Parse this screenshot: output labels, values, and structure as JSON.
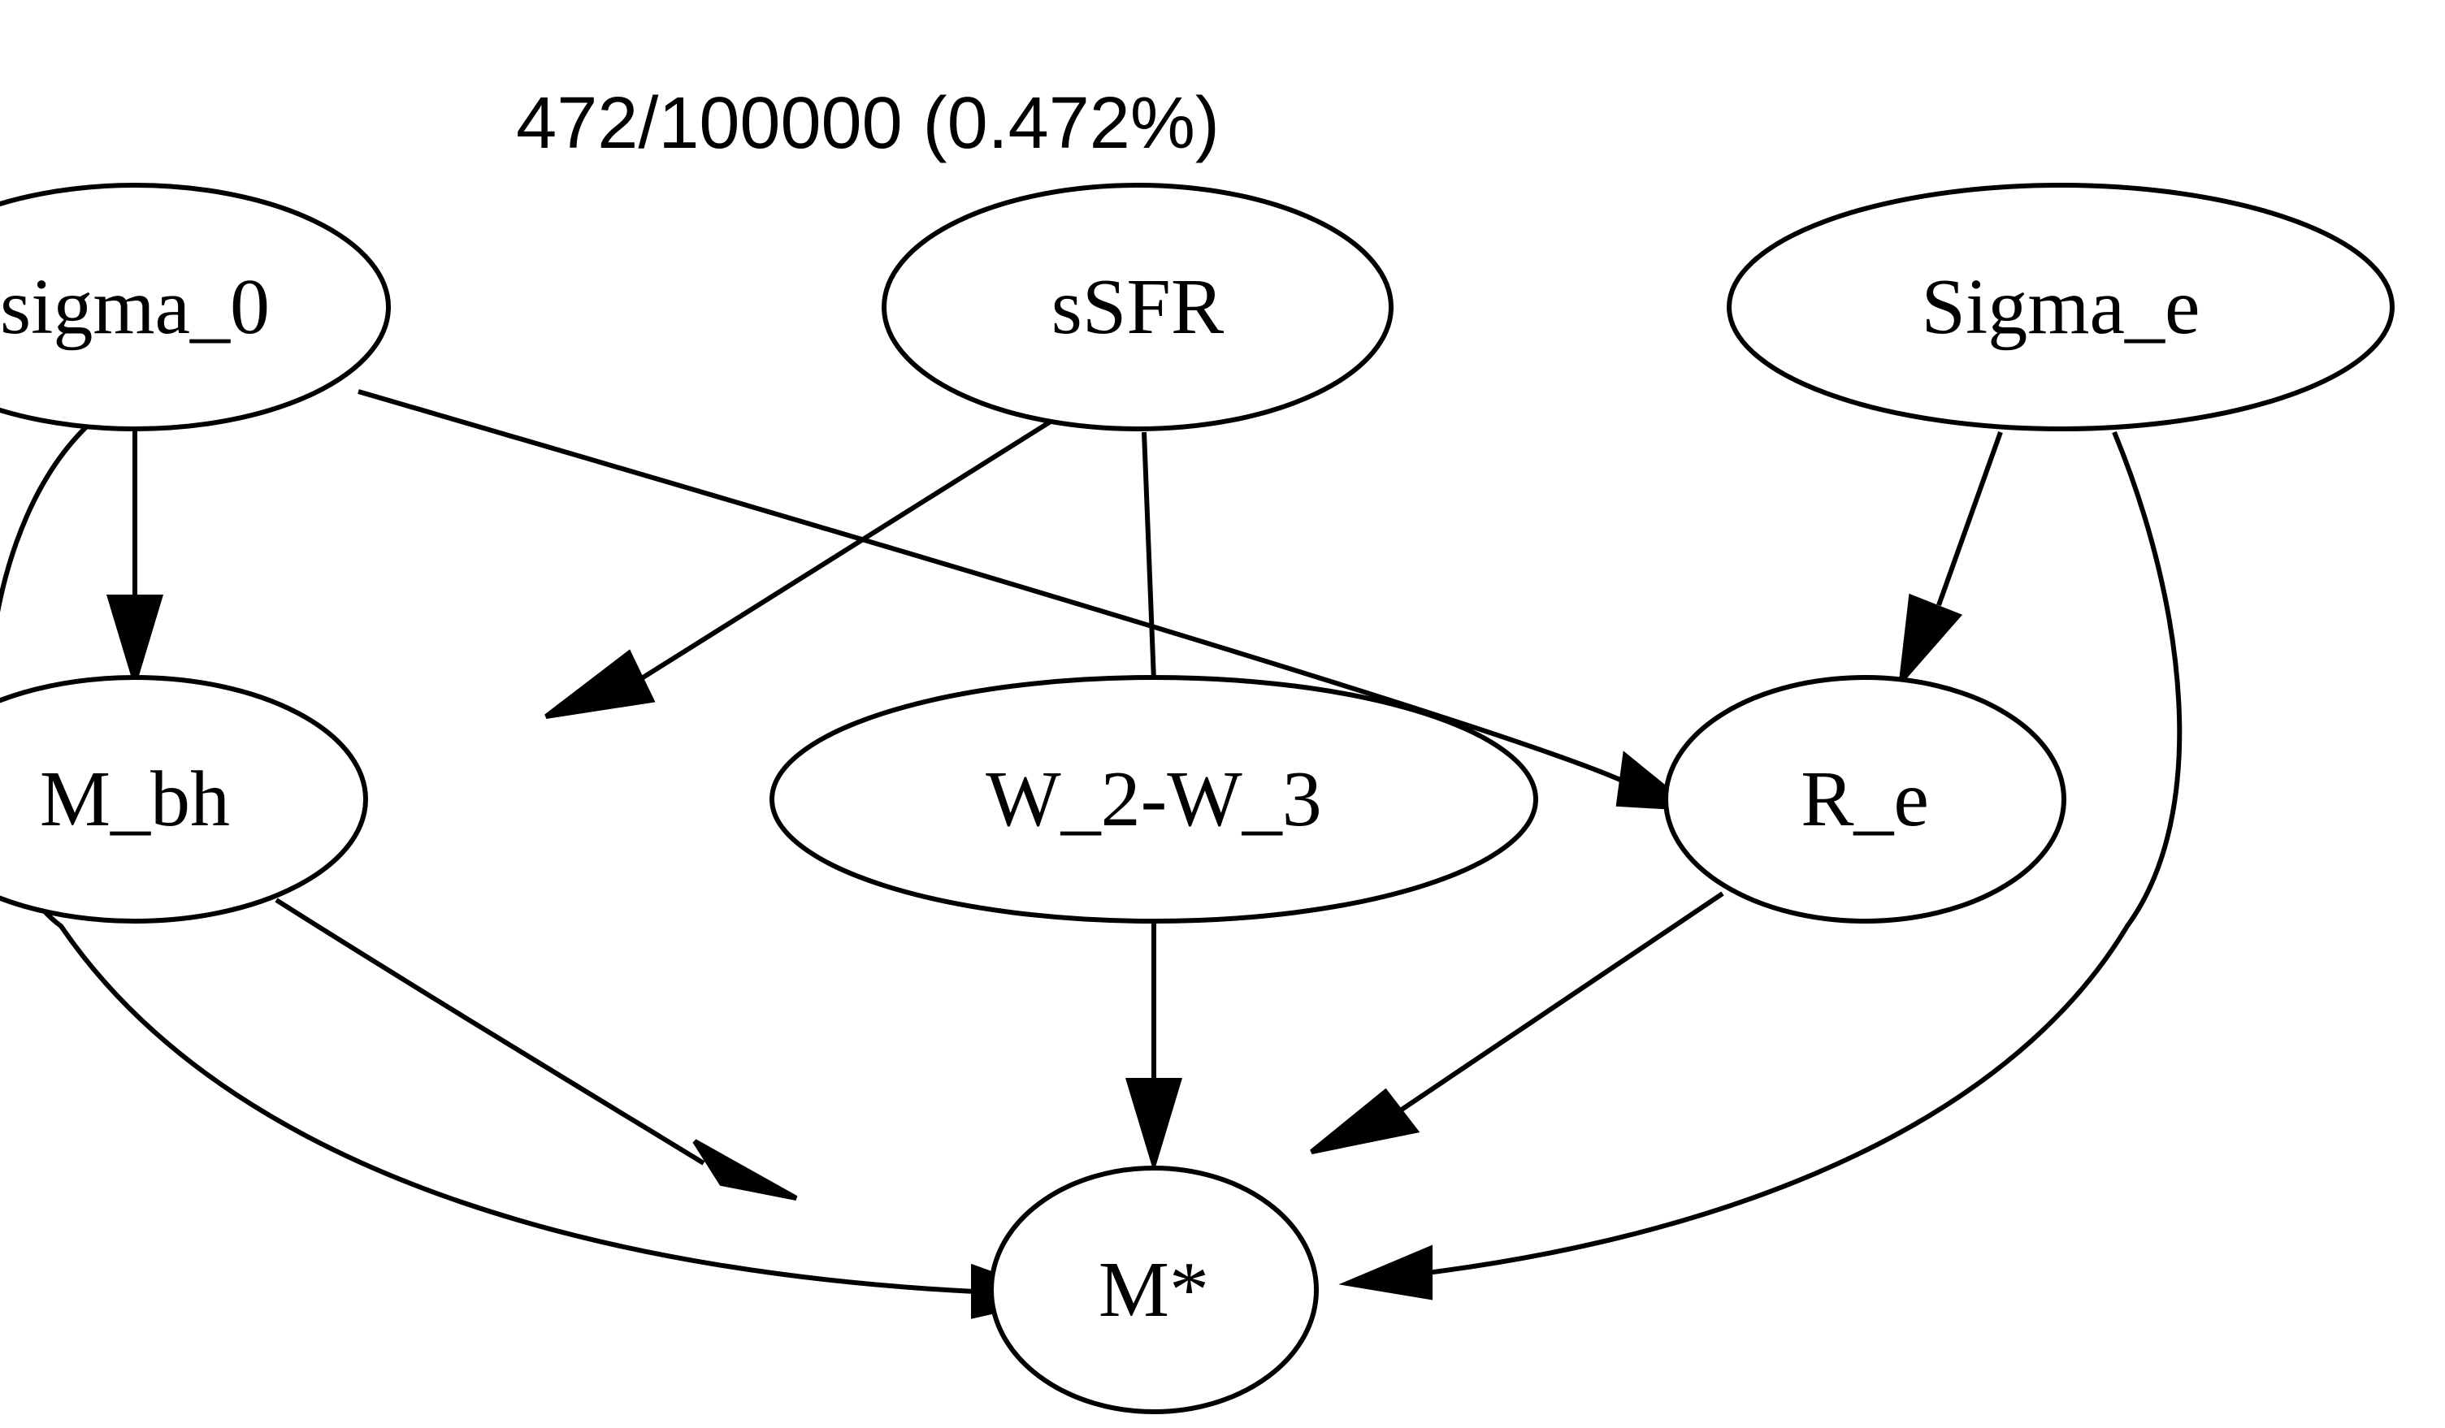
{
  "title": "472/100000 (0.472%)",
  "nodes": {
    "sigma_0": {
      "label": "sigma_0"
    },
    "sSFR": {
      "label": "sSFR"
    },
    "Sigma_e": {
      "label": "Sigma_e"
    },
    "M_bh": {
      "label": "M_bh"
    },
    "W_2-W_3": {
      "label": "W_2-W_3"
    },
    "R_e": {
      "label": "R_e"
    },
    "M*": {
      "label": "M*"
    }
  },
  "edges": [
    {
      "from": "sigma_0",
      "to": "M_bh",
      "directed": true
    },
    {
      "from": "sigma_0",
      "to": "R_e",
      "directed": true
    },
    {
      "from": "sigma_0",
      "to": "M*",
      "directed": true
    },
    {
      "from": "sSFR",
      "to": "M_bh",
      "directed": true
    },
    {
      "from": "sSFR",
      "to": "W_2-W_3",
      "directed": false
    },
    {
      "from": "Sigma_e",
      "to": "R_e",
      "directed": true
    },
    {
      "from": "Sigma_e",
      "to": "M*",
      "directed": true
    },
    {
      "from": "M_bh",
      "to": "M*",
      "directed": true
    },
    {
      "from": "W_2-W_3",
      "to": "M*",
      "directed": true
    },
    {
      "from": "R_e",
      "to": "M*",
      "directed": true
    }
  ]
}
